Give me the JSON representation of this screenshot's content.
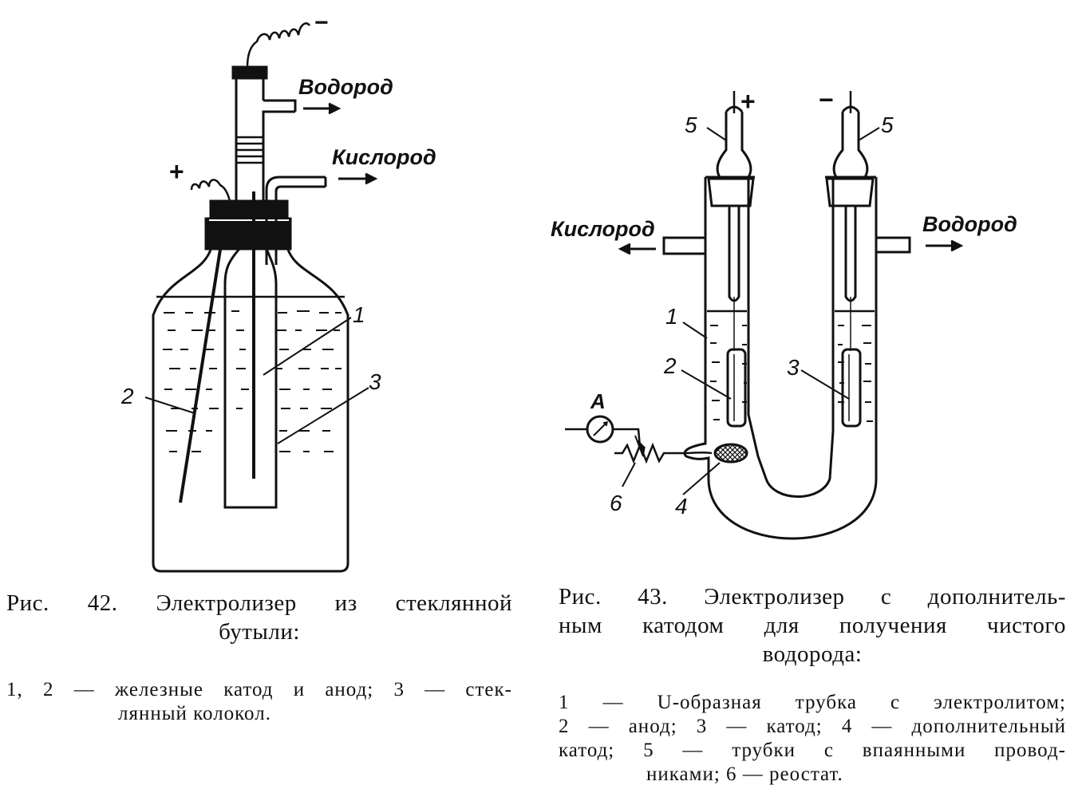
{
  "fig42": {
    "labels": {
      "hydrogen": "Водород",
      "oxygen": "Кислород",
      "minus": "−",
      "plus": "+",
      "n1": "1",
      "n2": "2",
      "n3": "3"
    },
    "caption": {
      "line1": "Рис. 42. Электролизер из стеклянной",
      "line2": "бутыли:"
    },
    "legend": {
      "line1": "1, 2 — железные катод и анод; 3 — стек-",
      "line2": "лянный колокол."
    }
  },
  "fig43": {
    "labels": {
      "oxygen": "Кислород",
      "hydrogen": "Водород",
      "plus": "+",
      "minus": "−",
      "ammeter": "A",
      "n1": "1",
      "n2": "2",
      "n3": "3",
      "n4": "4",
      "n5_left": "5",
      "n5_right": "5",
      "n6": "6"
    },
    "caption": {
      "line1": "Рис. 43. Электролизер с дополнитель-",
      "line2": "ным катодом для получения чистого",
      "line3": "водорода:"
    },
    "legend": {
      "line1": "1 — U-образная трубка с электролитом;",
      "line2": "2 — анод; 3 — катод; 4 — дополнительный",
      "line3": "катод; 5 — трубки с впаянными провод-",
      "line4": "никами; 6 — реостат."
    }
  }
}
